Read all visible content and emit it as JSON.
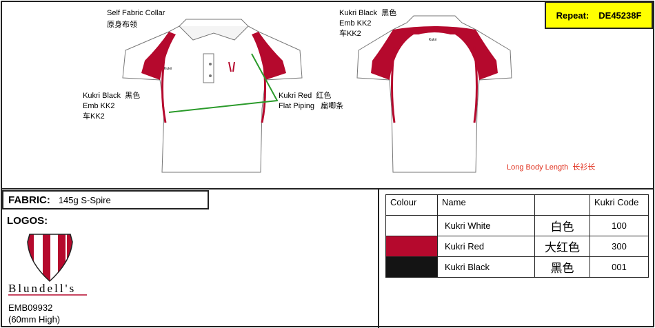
{
  "repeat": {
    "label": "Repeat:",
    "code": "DE45238F"
  },
  "front": {
    "collar": "Self Fabric Collar",
    "collar_cn": "原身布领",
    "black_lines": [
      "Kukri Black  黑色",
      "Emb KK2",
      "车KK2"
    ],
    "red_lines": [
      "Kukri Red  红色",
      "Flat Piping   扁唧条"
    ]
  },
  "back": {
    "black_lines": [
      "Kukri Black  黑色",
      "Emb KK2",
      "车KK2"
    ],
    "length": "Long Body Length  长衫长"
  },
  "fabric": {
    "label": "FABRIC:",
    "value": "145g S-Spire"
  },
  "logos": {
    "label": "LOGOS:",
    "name": "Blundell's",
    "code": "EMB09932",
    "size": "(60mm High)"
  },
  "colours": {
    "headers": [
      "Colour",
      "Name",
      "",
      "Kukri Code"
    ],
    "rows": [
      {
        "swatch": "#ffffff",
        "name": "Kukri White",
        "cn": "白色",
        "code": "100"
      },
      {
        "swatch": "#b5092d",
        "name": "Kukri Red",
        "cn": "大红色",
        "code": "300"
      },
      {
        "swatch": "#141414",
        "name": "Kukri Black",
        "cn": "黑色",
        "code": "001"
      }
    ]
  }
}
